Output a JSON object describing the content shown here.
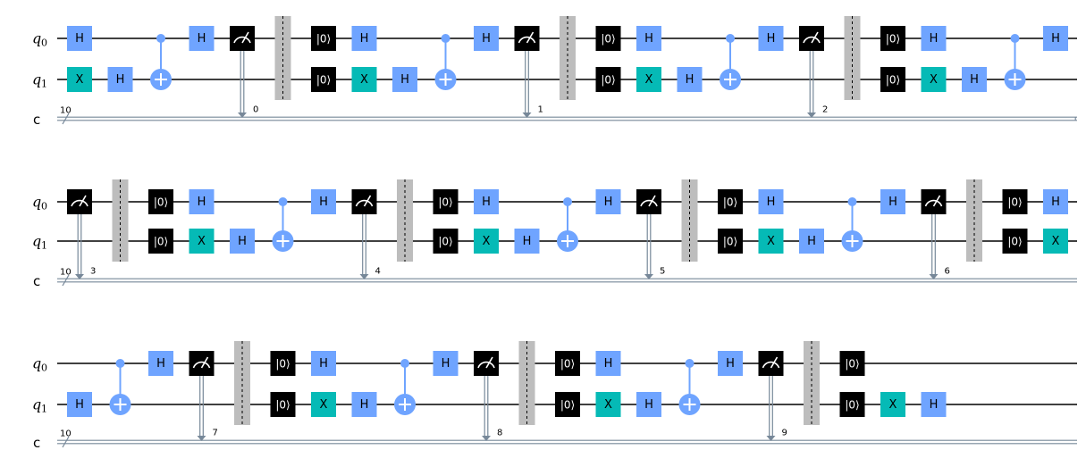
{
  "colors": {
    "hadamard": "#6fa4ff",
    "pauli_x": "#05bab6",
    "reset_measure": "#000000",
    "control": "#6fa4ff",
    "barrier": "#bdbdbd",
    "wire": "#000000",
    "classical": "#778899"
  },
  "registers": {
    "q0": {
      "letter": "q",
      "index": "0"
    },
    "q1": {
      "letter": "q",
      "index": "1"
    },
    "c": {
      "label": "c",
      "width": "10"
    }
  },
  "gate_labels": {
    "h": "H",
    "x": "X",
    "reset": "|0⟩"
  },
  "icons": {
    "measure": "meter-icon",
    "target": "cnot-target-icon"
  },
  "rows": [
    {
      "ops": [
        {
          "type": "h",
          "q": 0,
          "col": 0
        },
        {
          "type": "x",
          "q": 1,
          "col": 0
        },
        {
          "type": "h",
          "q": 1,
          "col": 1
        },
        {
          "type": "cx",
          "ctrl": 0,
          "tgt": 1,
          "col": 2
        },
        {
          "type": "h",
          "q": 0,
          "col": 3
        },
        {
          "type": "measure",
          "q": 0,
          "col": 4,
          "bit": "0"
        },
        {
          "type": "barrier",
          "col": 5
        },
        {
          "type": "reset",
          "q": 0,
          "col": 6
        },
        {
          "type": "reset",
          "q": 1,
          "col": 6
        },
        {
          "type": "h",
          "q": 0,
          "col": 7
        },
        {
          "type": "x",
          "q": 1,
          "col": 7
        },
        {
          "type": "h",
          "q": 1,
          "col": 8
        },
        {
          "type": "cx",
          "ctrl": 0,
          "tgt": 1,
          "col": 9
        },
        {
          "type": "h",
          "q": 0,
          "col": 10
        },
        {
          "type": "measure",
          "q": 0,
          "col": 11,
          "bit": "1"
        },
        {
          "type": "barrier",
          "col": 12
        },
        {
          "type": "reset",
          "q": 0,
          "col": 13
        },
        {
          "type": "reset",
          "q": 1,
          "col": 13
        },
        {
          "type": "h",
          "q": 0,
          "col": 14
        },
        {
          "type": "x",
          "q": 1,
          "col": 14
        },
        {
          "type": "h",
          "q": 1,
          "col": 15
        },
        {
          "type": "cx",
          "ctrl": 0,
          "tgt": 1,
          "col": 16
        },
        {
          "type": "h",
          "q": 0,
          "col": 17
        },
        {
          "type": "measure",
          "q": 0,
          "col": 18,
          "bit": "2"
        },
        {
          "type": "barrier",
          "col": 19
        },
        {
          "type": "reset",
          "q": 0,
          "col": 20
        },
        {
          "type": "reset",
          "q": 1,
          "col": 20
        },
        {
          "type": "h",
          "q": 0,
          "col": 21
        },
        {
          "type": "x",
          "q": 1,
          "col": 21
        },
        {
          "type": "h",
          "q": 1,
          "col": 22
        },
        {
          "type": "cx",
          "ctrl": 0,
          "tgt": 1,
          "col": 23
        },
        {
          "type": "h",
          "q": 0,
          "col": 24
        }
      ]
    },
    {
      "ops": [
        {
          "type": "measure",
          "q": 0,
          "col": 0,
          "bit": "3"
        },
        {
          "type": "barrier",
          "col": 1
        },
        {
          "type": "reset",
          "q": 0,
          "col": 2
        },
        {
          "type": "reset",
          "q": 1,
          "col": 2
        },
        {
          "type": "h",
          "q": 0,
          "col": 3
        },
        {
          "type": "x",
          "q": 1,
          "col": 3
        },
        {
          "type": "h",
          "q": 1,
          "col": 4
        },
        {
          "type": "cx",
          "ctrl": 0,
          "tgt": 1,
          "col": 5
        },
        {
          "type": "h",
          "q": 0,
          "col": 6
        },
        {
          "type": "measure",
          "q": 0,
          "col": 7,
          "bit": "4"
        },
        {
          "type": "barrier",
          "col": 8
        },
        {
          "type": "reset",
          "q": 0,
          "col": 9
        },
        {
          "type": "reset",
          "q": 1,
          "col": 9
        },
        {
          "type": "h",
          "q": 0,
          "col": 10
        },
        {
          "type": "x",
          "q": 1,
          "col": 10
        },
        {
          "type": "h",
          "q": 1,
          "col": 11
        },
        {
          "type": "cx",
          "ctrl": 0,
          "tgt": 1,
          "col": 12
        },
        {
          "type": "h",
          "q": 0,
          "col": 13
        },
        {
          "type": "measure",
          "q": 0,
          "col": 14,
          "bit": "5"
        },
        {
          "type": "barrier",
          "col": 15
        },
        {
          "type": "reset",
          "q": 0,
          "col": 16
        },
        {
          "type": "reset",
          "q": 1,
          "col": 16
        },
        {
          "type": "h",
          "q": 0,
          "col": 17
        },
        {
          "type": "x",
          "q": 1,
          "col": 17
        },
        {
          "type": "h",
          "q": 1,
          "col": 18
        },
        {
          "type": "cx",
          "ctrl": 0,
          "tgt": 1,
          "col": 19
        },
        {
          "type": "h",
          "q": 0,
          "col": 20
        },
        {
          "type": "measure",
          "q": 0,
          "col": 21,
          "bit": "6"
        },
        {
          "type": "barrier",
          "col": 22
        },
        {
          "type": "reset",
          "q": 0,
          "col": 23
        },
        {
          "type": "reset",
          "q": 1,
          "col": 23
        },
        {
          "type": "h",
          "q": 0,
          "col": 24
        },
        {
          "type": "x",
          "q": 1,
          "col": 24
        }
      ]
    },
    {
      "ops": [
        {
          "type": "h",
          "q": 1,
          "col": 0
        },
        {
          "type": "cx",
          "ctrl": 0,
          "tgt": 1,
          "col": 1
        },
        {
          "type": "h",
          "q": 0,
          "col": 2
        },
        {
          "type": "measure",
          "q": 0,
          "col": 3,
          "bit": "7"
        },
        {
          "type": "barrier",
          "col": 4
        },
        {
          "type": "reset",
          "q": 0,
          "col": 5
        },
        {
          "type": "reset",
          "q": 1,
          "col": 5
        },
        {
          "type": "h",
          "q": 0,
          "col": 6
        },
        {
          "type": "x",
          "q": 1,
          "col": 6
        },
        {
          "type": "h",
          "q": 1,
          "col": 7
        },
        {
          "type": "cx",
          "ctrl": 0,
          "tgt": 1,
          "col": 8
        },
        {
          "type": "h",
          "q": 0,
          "col": 9
        },
        {
          "type": "measure",
          "q": 0,
          "col": 10,
          "bit": "8"
        },
        {
          "type": "barrier",
          "col": 11
        },
        {
          "type": "reset",
          "q": 0,
          "col": 12
        },
        {
          "type": "reset",
          "q": 1,
          "col": 12
        },
        {
          "type": "h",
          "q": 0,
          "col": 13
        },
        {
          "type": "x",
          "q": 1,
          "col": 13
        },
        {
          "type": "h",
          "q": 1,
          "col": 14
        },
        {
          "type": "cx",
          "ctrl": 0,
          "tgt": 1,
          "col": 15
        },
        {
          "type": "h",
          "q": 0,
          "col": 16
        },
        {
          "type": "measure",
          "q": 0,
          "col": 17,
          "bit": "9"
        },
        {
          "type": "barrier",
          "col": 18
        },
        {
          "type": "reset",
          "q": 0,
          "col": 19
        },
        {
          "type": "reset",
          "q": 1,
          "col": 19
        },
        {
          "type": "x",
          "q": 1,
          "col": 20
        },
        {
          "type": "h",
          "q": 1,
          "col": 21
        }
      ]
    }
  ]
}
